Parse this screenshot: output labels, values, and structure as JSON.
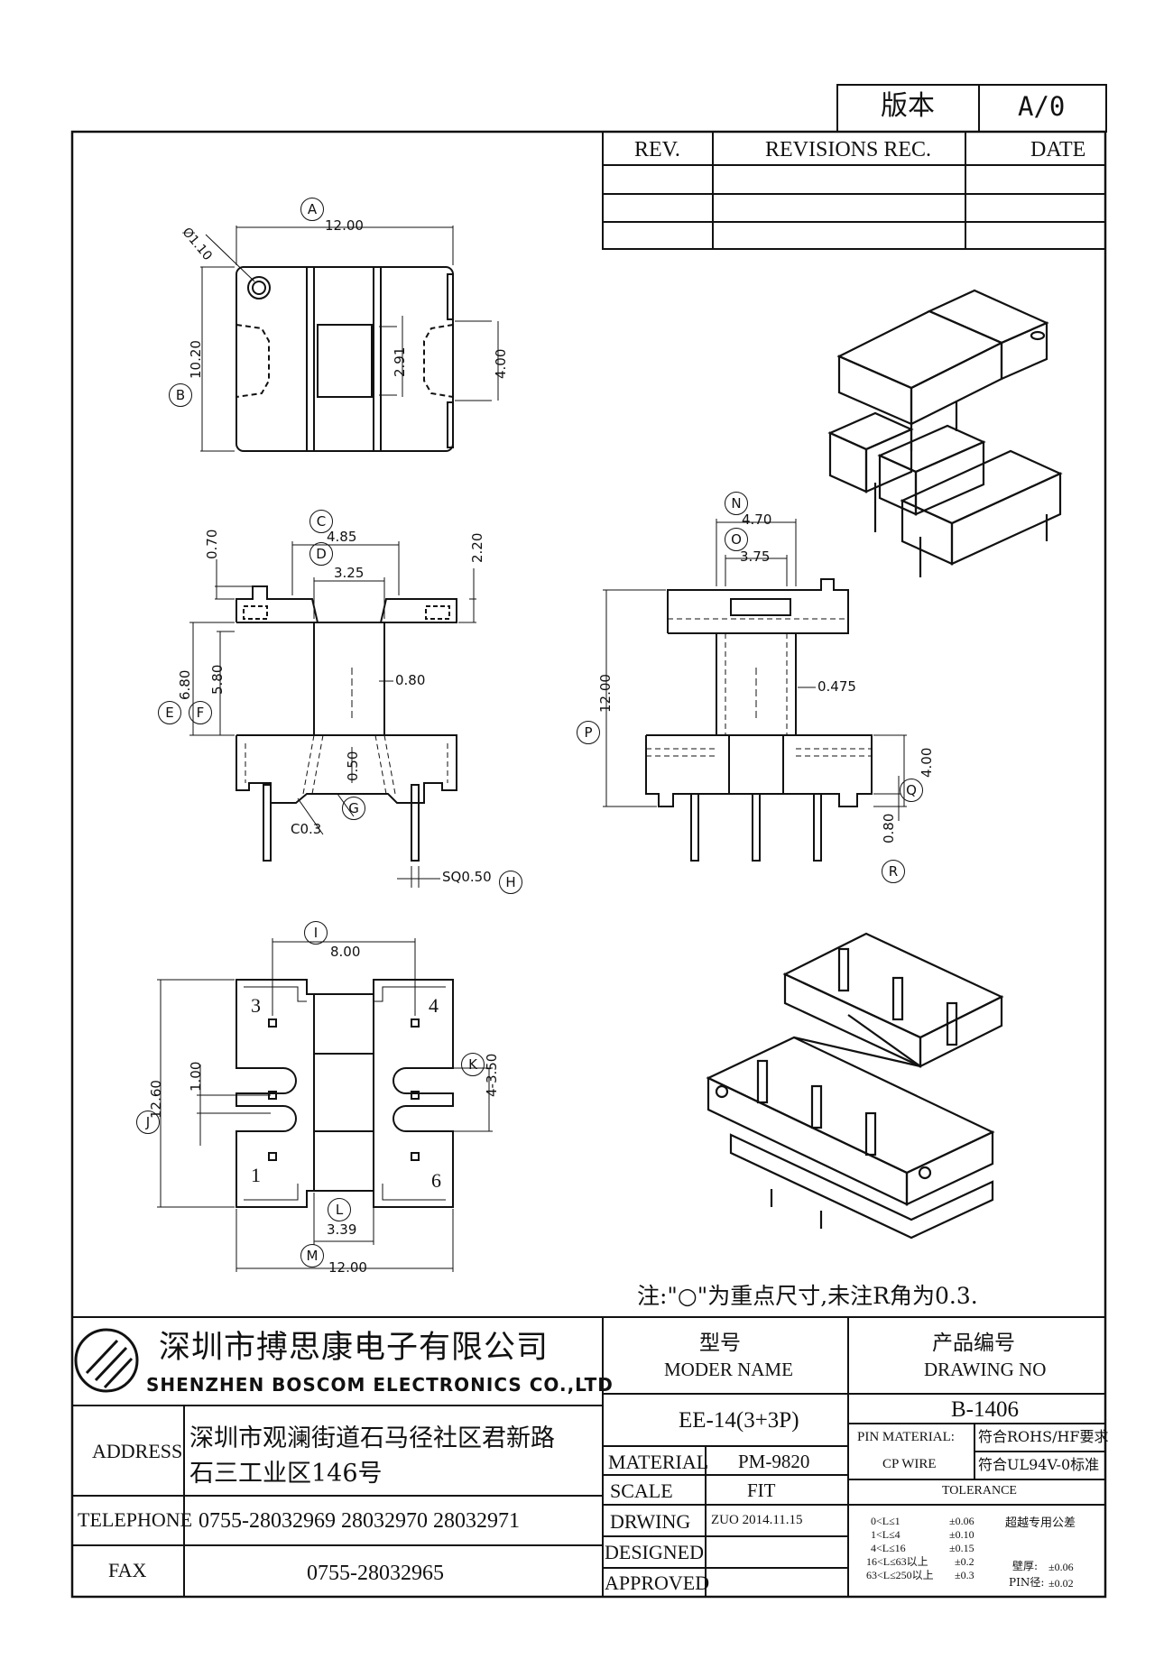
{
  "version": {
    "label": "版本",
    "value": "A/0"
  },
  "revisions": {
    "col_rev": "REV.",
    "col_rec": "REVISIONS REC.",
    "col_date": "DATE"
  },
  "dims": {
    "A": "12.00",
    "dia": "Ø1.10",
    "B": "10.20",
    "h291": "2.91",
    "h400": "4.00",
    "C": "4.85",
    "D": "3.25",
    "d070": "0.70",
    "d220": "2.20",
    "E": "6.80",
    "F": "5.80",
    "d080": "0.80",
    "d050": "0.50",
    "c03": "C0.3",
    "sq": "SQ0.50",
    "N": "4.70",
    "O": "3.75",
    "P": "12.00",
    "d0475": "0.475",
    "Q": "4.00",
    "R": "0.80",
    "I": "8.00",
    "J": "12.60",
    "K": "4-3.50",
    "d100": "1.00",
    "L": "3.39",
    "M": "12.00"
  },
  "callouts": [
    "A",
    "B",
    "C",
    "D",
    "E",
    "F",
    "G",
    "H",
    "N",
    "O",
    "P",
    "Q",
    "R",
    "I",
    "J",
    "K",
    "L",
    "M"
  ],
  "pins": {
    "p1": "1",
    "p3": "3",
    "p4": "4",
    "p6": "6"
  },
  "note": "注:\"○\"为重点尺寸,未注R角为0.3.",
  "company": {
    "name_cn": "深圳市搏思康电子有限公司",
    "name_en": "SHENZHEN BOSCOM ELECTRONICS CO.,LTD"
  },
  "titleblock": {
    "model_cn": "型号",
    "model_en": "MODER NAME",
    "drawing_cn": "产品编号",
    "drawing_en": "DRAWING NO",
    "model": "EE-14(3+3P)",
    "drawing": "B-1406",
    "address_label": "ADDRESS",
    "address_1": "深圳市观澜街道石马径社区君新路",
    "address_2": "石三工业区146号",
    "telephone_label": "TELEPHONE",
    "telephone": "0755-28032969 28032970 28032971",
    "fax_label": "FAX",
    "fax": "0755-28032965",
    "material_label": "MATERIAL",
    "material": "PM-9820",
    "scale_label": "SCALE",
    "scale": "FIT",
    "drawing_label": "DRWING",
    "drawing_val": "ZUO 2014.11.15",
    "designed_label": "DESIGNED",
    "approved_label": "APPROVED",
    "pin_material": "PIN MATERIAL:",
    "cp_wire": "CP WIRE",
    "rohs": "符合ROHS/HF要求",
    "ul": "符合UL94V-0标准",
    "tolerance": "TOLERANCE",
    "tol_rows": [
      [
        "0<L≤1",
        "±0.06"
      ],
      [
        "1<L≤4",
        "±0.10"
      ],
      [
        "4<L≤16",
        "±0.15"
      ],
      [
        "16<L≤63以上",
        "±0.2"
      ],
      [
        "63<L≤250以上",
        "±0.3"
      ]
    ],
    "tol_special": "超越专用公差",
    "wall": "壁厚:",
    "wall_val": "±0.06",
    "pin_dia": "PIN径:",
    "pin_dia_val": "±0.02"
  }
}
